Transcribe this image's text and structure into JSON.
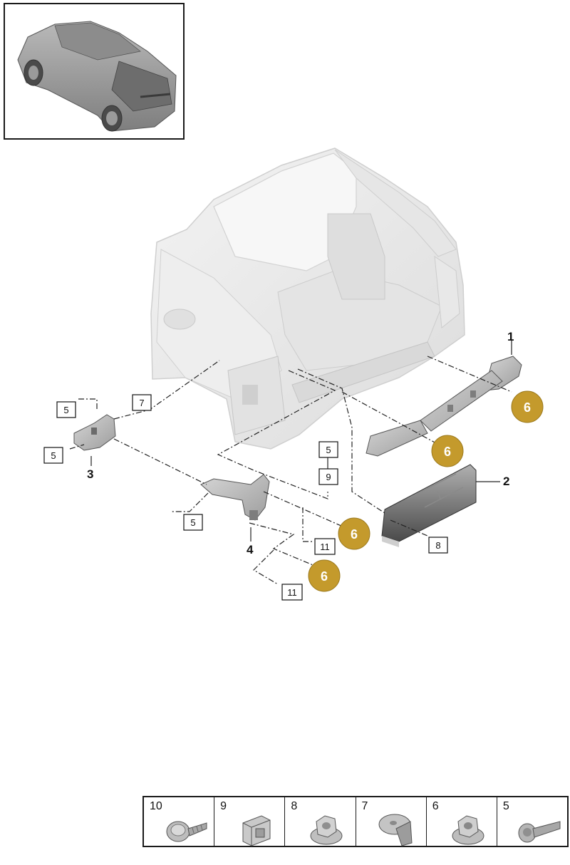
{
  "callouts": {
    "part1": "1",
    "part2": "2",
    "part3": "3",
    "part4": "4"
  },
  "boxes": {
    "b5a": "5",
    "b5b": "5",
    "b5c": "5",
    "b5d": "5",
    "b7": "7",
    "b9": "9",
    "b11a": "11",
    "b11b": "11",
    "b8": "8"
  },
  "gold": {
    "g1": "6",
    "g2": "6",
    "g3": "6",
    "g4": "6"
  },
  "legend": [
    {
      "num": "10",
      "icon": "torx-screw-icon"
    },
    {
      "num": "9",
      "icon": "clip-nut-icon"
    },
    {
      "num": "8",
      "icon": "flange-nut-icon"
    },
    {
      "num": "7",
      "icon": "push-rivet-icon"
    },
    {
      "num": "6",
      "icon": "hex-nut-icon"
    },
    {
      "num": "5",
      "icon": "bolt-icon"
    }
  ],
  "colors": {
    "gold": "#c49a2c",
    "body": "#ebebeb",
    "outline": "#222222"
  }
}
